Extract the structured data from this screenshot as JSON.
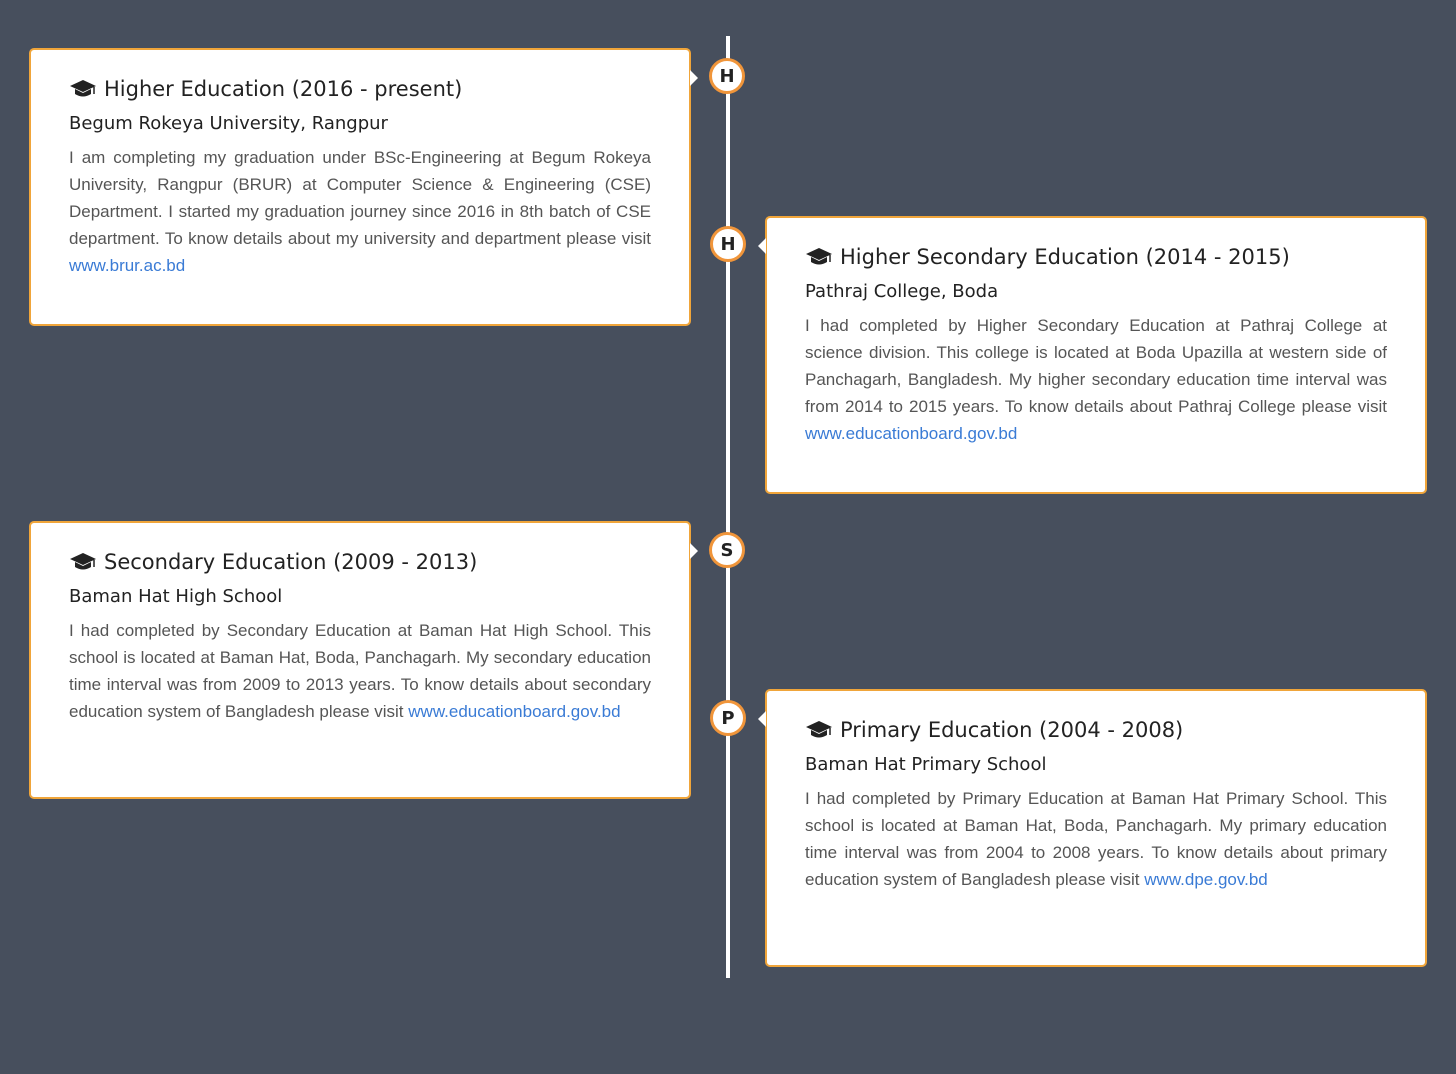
{
  "timeline": {
    "items": [
      {
        "marker": "H",
        "title": "Higher Education (2016 - present)",
        "institution": "Begum Rokeya University, Rangpur",
        "description": "I am completing my graduation under BSc-Engineering at Begum Rokeya University, Rangpur (BRUR) at Computer Science & Engineering (CSE) Department. I started my graduation journey since 2016 in 8th batch of CSE department. To know details about my university and department please visit",
        "link": "www.brur.ac.bd"
      },
      {
        "marker": "H",
        "title": "Higher Secondary Education (2014 - 2015)",
        "institution": "Pathraj College, Boda",
        "description": "I had completed by Higher Secondary Education at Pathraj College at science division. This college is located at Boda Upazilla at western side of Panchagarh, Bangladesh. My higher secondary education time interval was from 2014 to 2015 years. To know details about Pathraj College please visit",
        "link": "www.educationboard.gov.bd"
      },
      {
        "marker": "S",
        "title": "Secondary Education (2009 - 2013)",
        "institution": "Baman Hat High School",
        "description": "I had completed by Secondary Education at Baman Hat High School. This school is located at Baman Hat, Boda, Panchagarh. My secondary education time interval was from 2009 to 2013 years. To know details about secondary education system of Bangladesh please visit",
        "link": "www.educationboard.gov.bd"
      },
      {
        "marker": "P",
        "title": "Primary Education (2004 - 2008)",
        "institution": "Baman Hat Primary School",
        "description": "I had completed by Primary Education at Baman Hat Primary School. This school is located at Baman Hat, Boda, Panchagarh. My primary education time interval was from 2004 to 2008 years. To know details about primary education system of Bangladesh please visit",
        "link": "www.dpe.gov.bd"
      }
    ]
  },
  "icons": {
    "card_icon": "graduation-cap-icon"
  },
  "colors": {
    "background": "#474f5d",
    "accent": "#f0953a",
    "link": "#3a7bd5"
  }
}
